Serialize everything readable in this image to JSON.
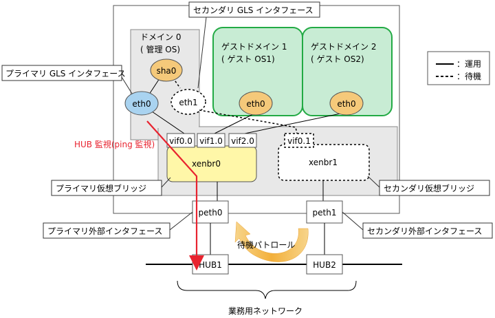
{
  "labels": {
    "secondary_gls_interface": "セカンダリ GLS インタフェース",
    "domain0_line1": "ドメイン 0",
    "domain0_line2": "( 管理 OS)",
    "guest1_line1": "ゲストドメイン 1",
    "guest1_line2": "( ゲスト OS1)",
    "guest2_line1": "ゲストドメイン 2",
    "guest2_line2": "( ゲスト OS2)",
    "primary_gls_interface": "プライマリ GLS インタフェース",
    "hub_monitor": "HUB 監視(ping 監視)",
    "primary_virtual_bridge": "プライマリ仮想ブリッジ",
    "secondary_virtual_bridge": "セカンダリ仮想ブリッジ",
    "primary_external_interface": "プライマリ外部インタフェース",
    "secondary_external_interface": "セカンダリ外部インタフェース",
    "standby_patrol": "待機パトロール",
    "business_network": "業務用ネットワーク"
  },
  "legend": {
    "active": "：運用",
    "standby": "：待機"
  },
  "nodes": {
    "sha0": "sha0",
    "eth0_dom0": "eth0",
    "eth1_dom0": "eth1",
    "eth0_guest1": "eth0",
    "eth0_guest2": "eth0",
    "vif00": "vif0.0",
    "vif10": "vif1.0",
    "vif20": "vif2.0",
    "vif01": "vif0.1",
    "xenbr0": "xenbr0",
    "xenbr1": "xenbr1",
    "peth0": "peth0",
    "peth1": "peth1",
    "hub1": "HUB1",
    "hub2": "HUB2"
  },
  "colors": {
    "guest_fill": "#c8ecd4",
    "guest_border": "#22aa44",
    "domain0_fill": "#e6e6e6",
    "eth_orange": "#f5c97a",
    "eth_blue": "#a9d3f0",
    "xenbr0_fill": "#fff7a8",
    "hub_arrow": "#e8232f",
    "patrol_arrow": "#f3b03b"
  }
}
